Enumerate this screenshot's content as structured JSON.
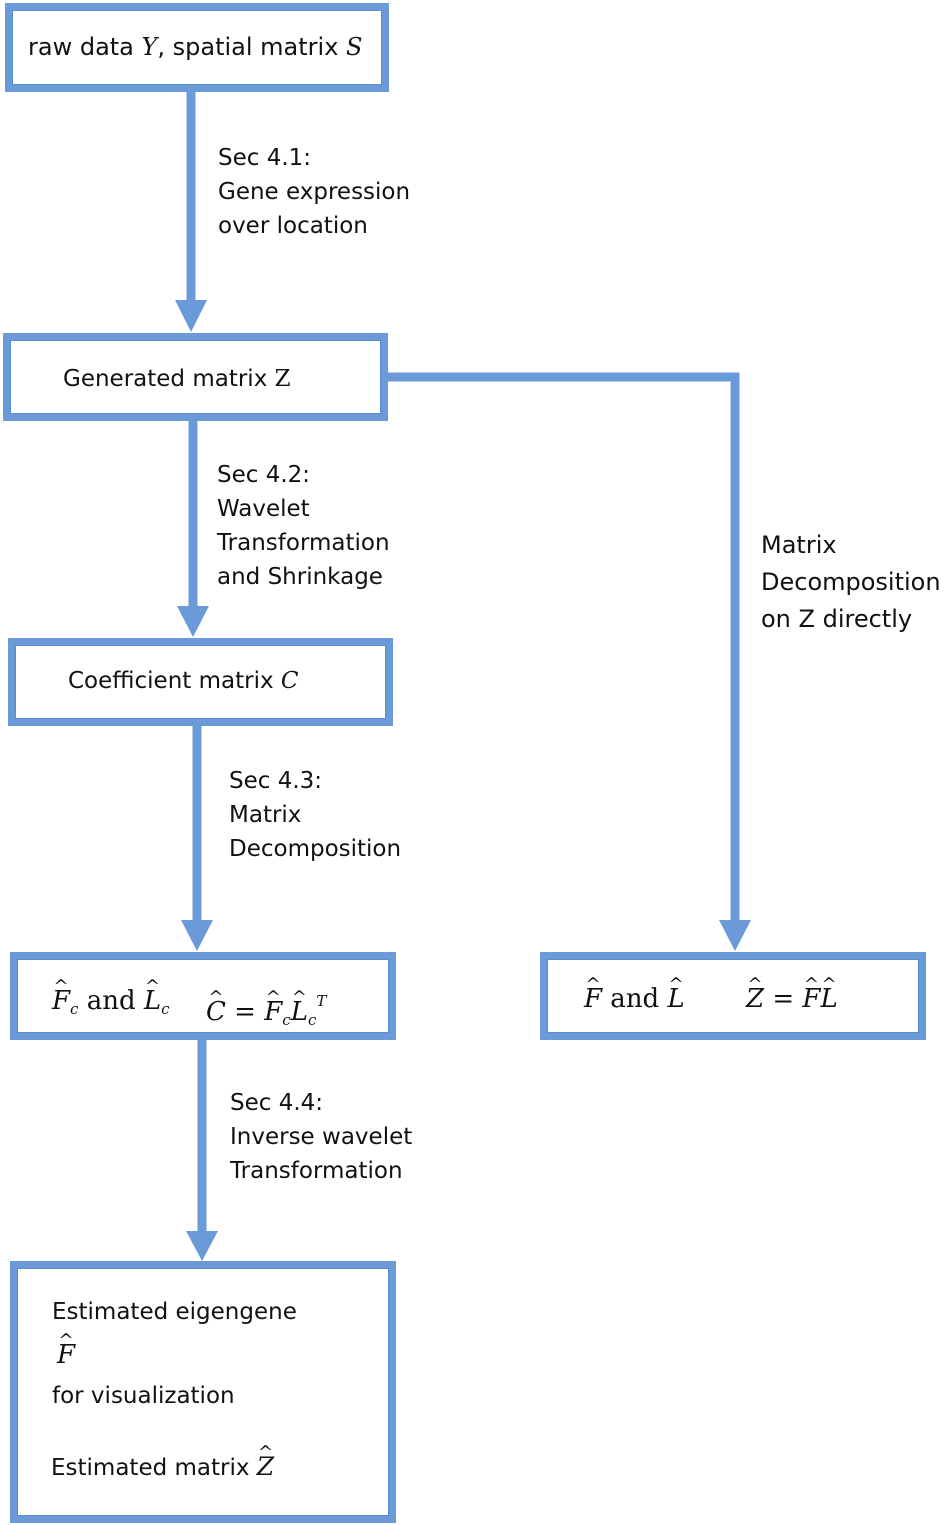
{
  "colors": {
    "accent": "#6a9bd8",
    "text": "#111111"
  },
  "nodes": {
    "raw": {
      "prefix": "raw data ",
      "y_sym": "Y",
      "mid": ",  spatial matrix ",
      "s_sym": "S"
    },
    "generated": {
      "label": "Generated matrix ",
      "sym": "Z"
    },
    "coefficient": {
      "label": "Coefficient matrix ",
      "sym": "C"
    },
    "fc_lc": {
      "f": "F",
      "c1": "c",
      "and": " and ",
      "l": "L",
      "c2": "c",
      "c_hat": "C",
      "eq": " = ",
      "f2": "F",
      "c3": "c",
      "l2": "L",
      "c4": "c",
      "t": "T"
    },
    "f_l": {
      "f": "F",
      "and": " and ",
      "l": "L",
      "z": "Z",
      "eq": " = ",
      "f2": "F",
      "l2": "L"
    },
    "output": {
      "line1": "Estimated eigengene",
      "f_sym": "F",
      "line2": "for visualization",
      "line3": "Estimated matrix ",
      "z_sym": "Z"
    }
  },
  "edges": {
    "e1": [
      "Sec 4.1:",
      "Gene expression",
      "over location"
    ],
    "e2": [
      "Sec 4.2:",
      "Wavelet",
      "Transformation",
      "and Shrinkage"
    ],
    "e3": [
      "Sec 4.3:",
      "Matrix",
      "Decomposition"
    ],
    "e4": [
      "Sec 4.4:",
      "Inverse wavelet",
      "Transformation"
    ],
    "e5": [
      "Matrix",
      "Decomposition",
      "on Z directly"
    ]
  }
}
